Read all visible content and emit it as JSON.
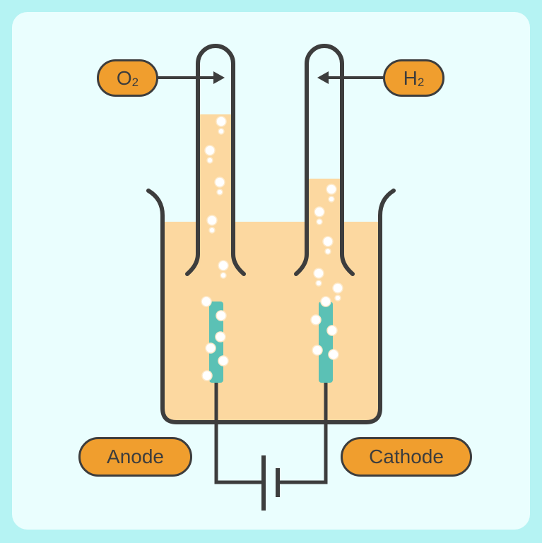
{
  "labels": {
    "oxygen": {
      "main": "O",
      "sub": "2"
    },
    "hydrogen": {
      "main": "H",
      "sub": "2"
    },
    "anode": "Anode",
    "cathode": "Cathode"
  },
  "colors": {
    "frame": "#b5f3f3",
    "background": "#eafefe",
    "liquid": "#fcd8a0",
    "stroke": "#3d3d3d",
    "label": "#f09e2e",
    "electrode": "#5bc1b5",
    "bubble": "#ffffff"
  }
}
